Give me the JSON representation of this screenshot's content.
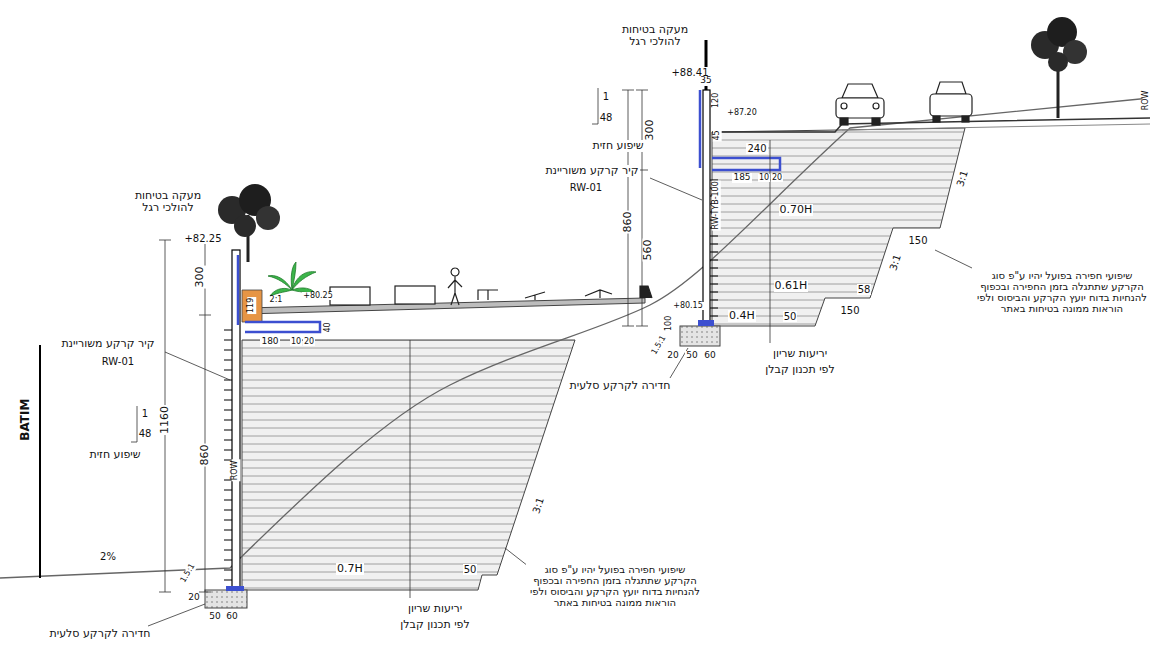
{
  "diagram": {
    "labels": [
      "מעקה בטיחות להולכי רגל",
      "+88.41",
      "35",
      "120",
      "+87.20",
      "45",
      "300",
      "1",
      "48",
      "שיפוע חזית",
      "240",
      "RW-TYB-100",
      "185",
      "10",
      "20",
      "קיר קרקע משוריינת",
      "RW-01",
      "860",
      "560",
      "0.70H",
      "150",
      "3:1",
      "0.61H",
      "58",
      "3:1",
      "0.4H",
      "50",
      "150",
      "+80.15",
      "100",
      "1.5:1",
      "20",
      "50",
      "60",
      "יריעות שריון",
      "לפי תכנון קבלן",
      "חדירה לקרקע סלעית",
      "שיפועי חפירה בפועל יהיו ע\"פ סוג הקרקע שתתגלה בזמן החפירה ובכפוף להנחיות בדוח יועץ הקרקע והביסוס ולפי הוראות ממונה בטיחות באתר",
      "ROW",
      "מעקה בטיחות להולכי רגל",
      "+82.25",
      "300",
      "קיר קרקע משוריינת",
      "RW-01",
      "1",
      "48",
      "1160",
      "שיפוע חזית",
      "860",
      "ROW",
      "BATIM",
      "119",
      "2:1",
      "+80.25",
      "40",
      "180",
      "10",
      "20",
      "2%",
      "1.5:1",
      "20",
      "50",
      "60",
      "0.7H",
      "50",
      "3:1",
      "שיפועי חפירה בפועל יהיו ע\"פ סוג הקרקע שתתגלה בזמן החפירה ובכפוף להנחיות בדוח יועץ הקרקע והביסוס ולפי הוראות ממונה בטיחות באתר",
      "יריעות שריון",
      "לפי תכנון קבלן",
      "חדירה לקרקע סלעית"
    ]
  }
}
